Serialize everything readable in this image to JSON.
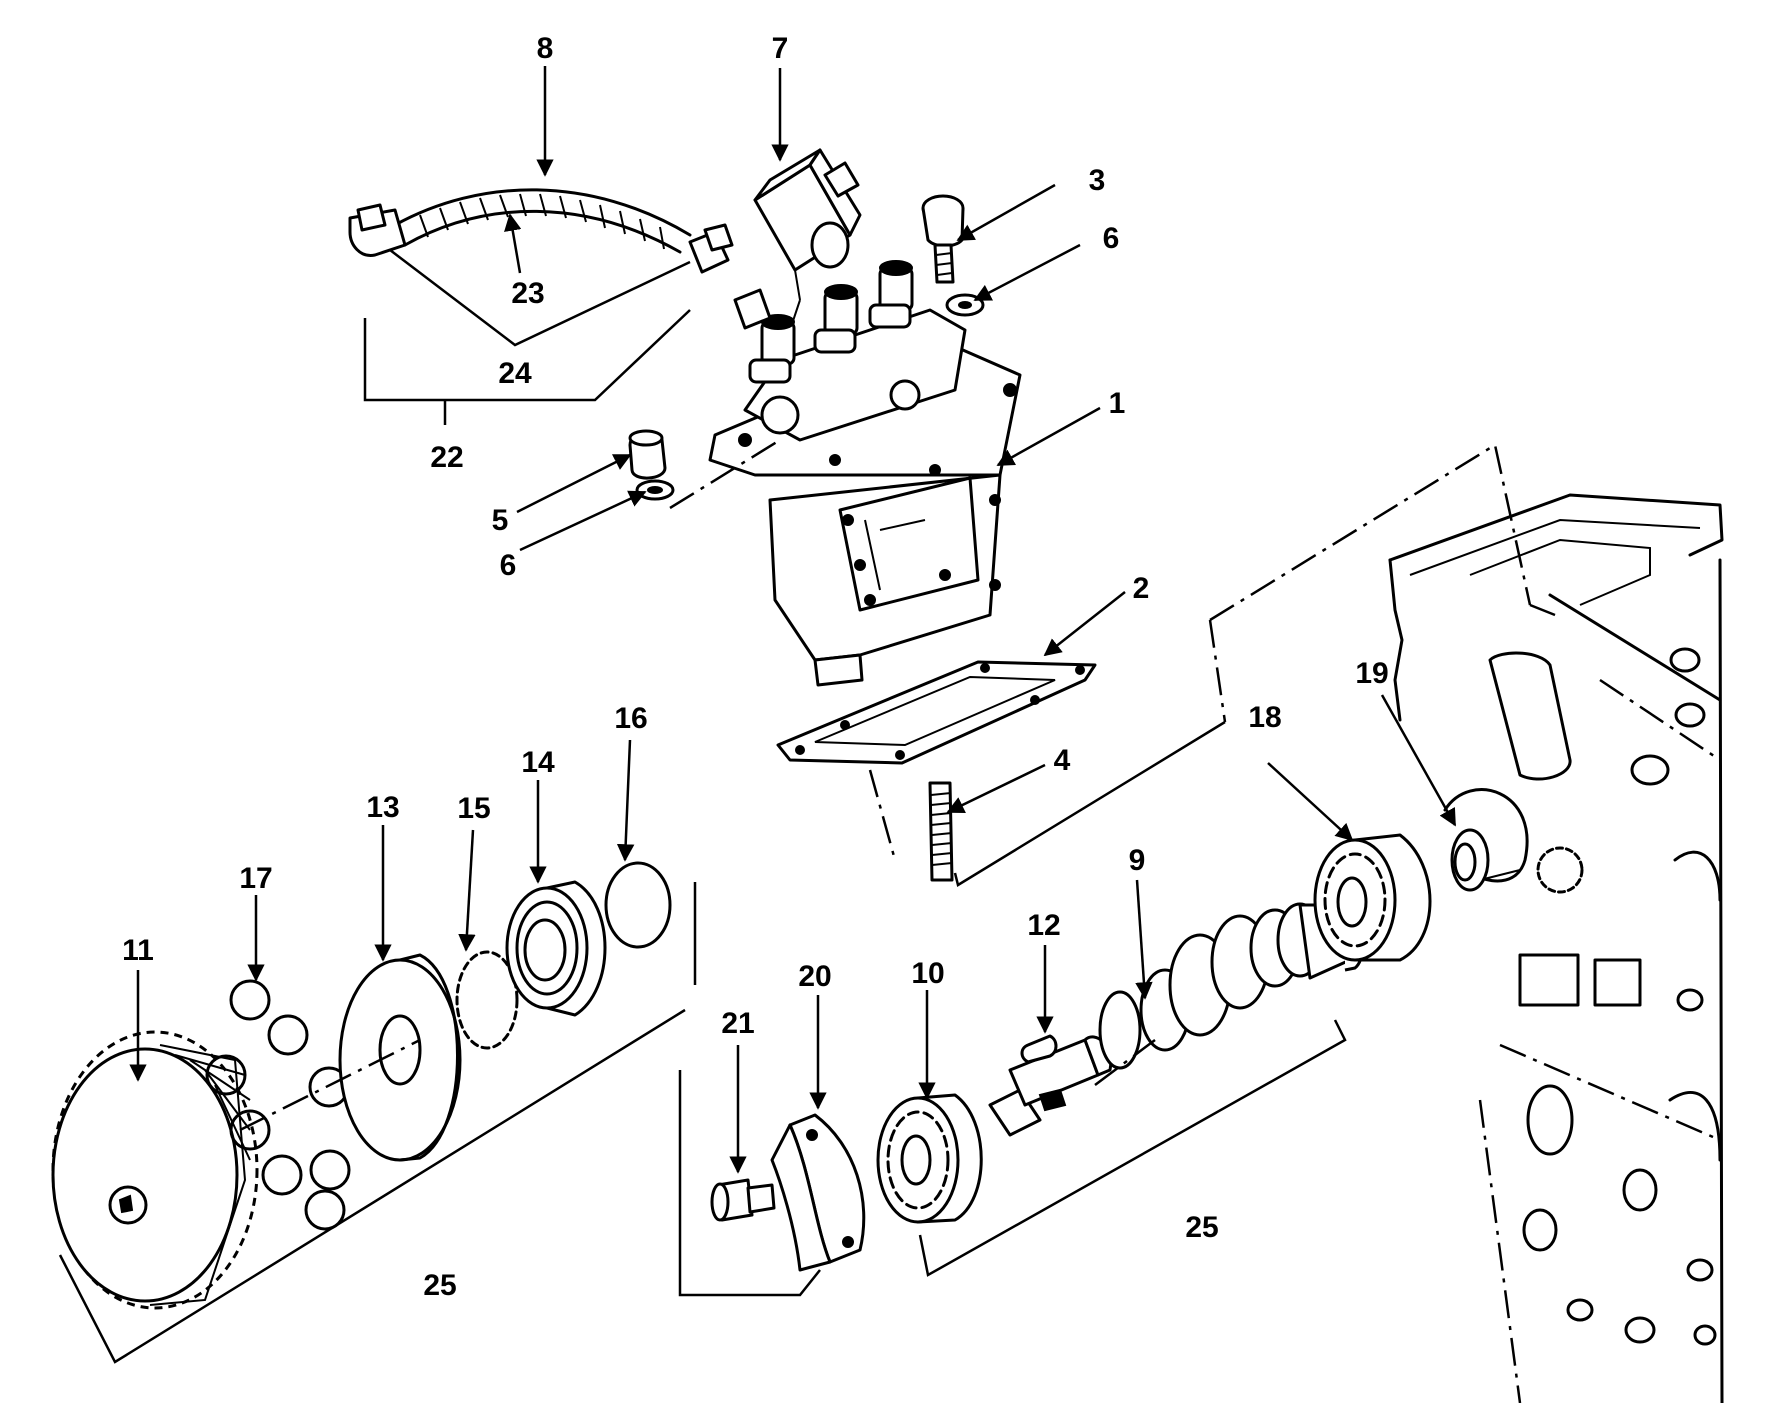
{
  "callouts": {
    "c1": "1",
    "c2": "2",
    "c3": "3",
    "c4": "4",
    "c5": "5",
    "c6a": "6",
    "c6b": "6",
    "c7": "7",
    "c8": "8",
    "c9": "9",
    "c10": "10",
    "c11": "11",
    "c12": "12",
    "c13": "13",
    "c14": "14",
    "c15": "15",
    "c16": "16",
    "c17": "17",
    "c18": "18",
    "c19": "19",
    "c20": "20",
    "c21": "21",
    "c22": "22",
    "c23": "23",
    "c24": "24",
    "c25a": "25",
    "c25b": "25"
  }
}
